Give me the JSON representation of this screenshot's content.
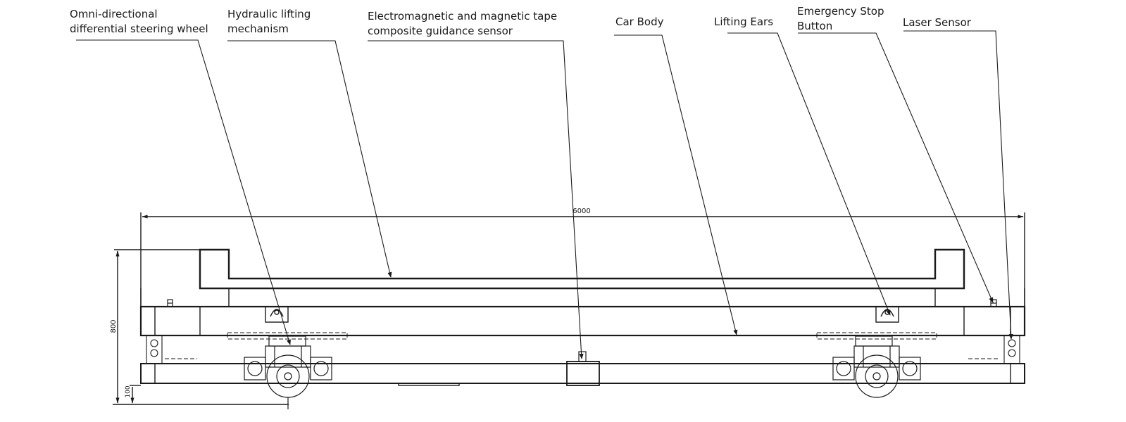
{
  "labels": {
    "steering_wheel": "Omni-directional\ndifferential steering wheel",
    "hydraulic": "Hydraulic lifting\nmechanism",
    "guidance_sensor": "Electromagnetic and magnetic tape\ncomposite guidance sensor",
    "car_body": "Car Body",
    "lifting_ears": "Lifting Ears",
    "emergency_stop": "Emergency Stop\nButton",
    "laser_sensor": "Laser Sensor"
  },
  "dimensions": {
    "length": "6000",
    "height": "800",
    "ground_clearance": "100"
  },
  "colors": {
    "line": "#1a1a1a",
    "text": "#1a1a1a",
    "background": "#ffffff"
  }
}
